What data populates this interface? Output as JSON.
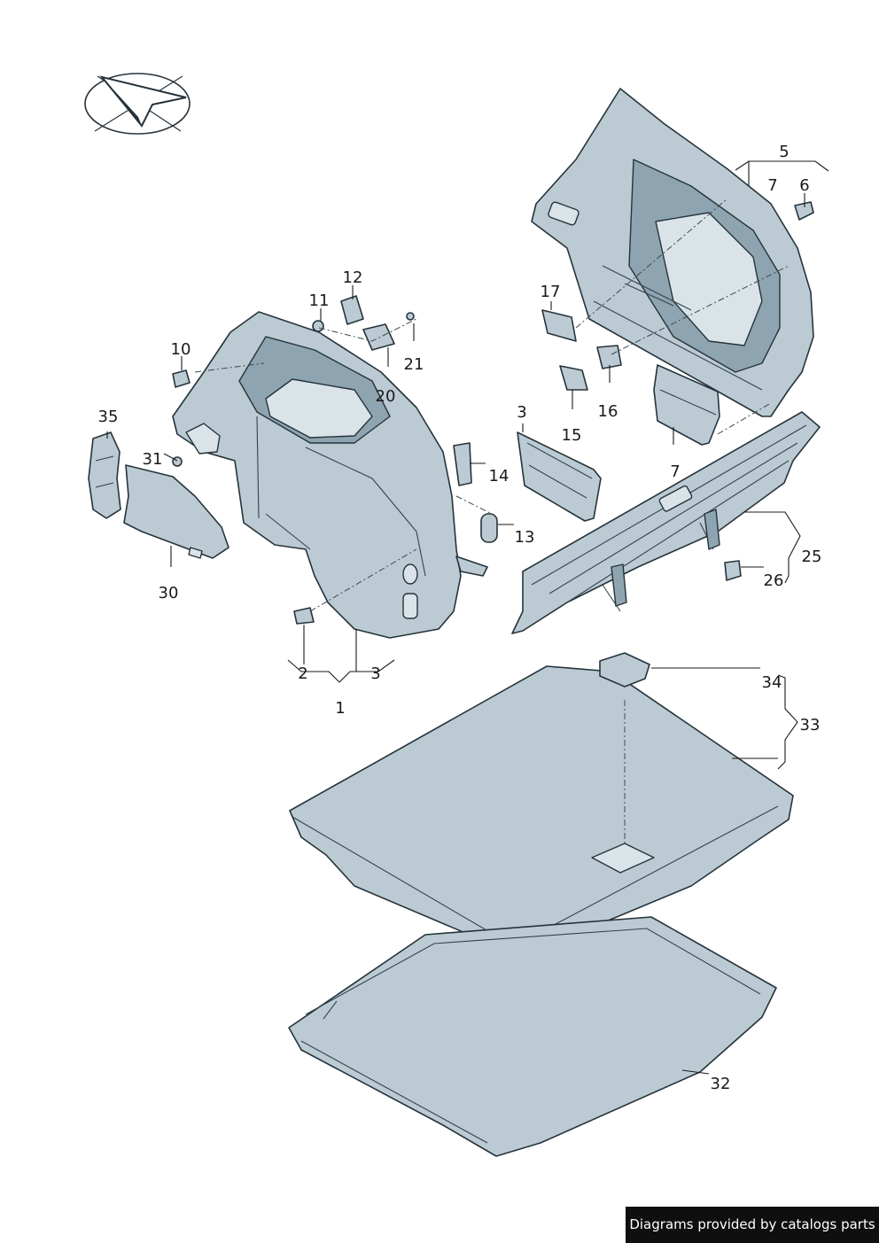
{
  "callouts": {
    "c1": "1",
    "c2": "2",
    "c3a": "3",
    "c3b": "3",
    "c5": "5",
    "c6": "6",
    "c7a": "7",
    "c7b": "7",
    "c10": "10",
    "c11": "11",
    "c12": "12",
    "c13": "13",
    "c14": "14",
    "c15": "15",
    "c16": "16",
    "c17": "17",
    "c20": "20",
    "c21": "21",
    "c25": "25",
    "c26": "26",
    "c30": "30",
    "c31": "31",
    "c32": "32",
    "c33": "33",
    "c34": "34",
    "c35": "35"
  },
  "footer": {
    "text": "Diagrams provided by catalogs parts"
  },
  "colors": {
    "part_fill": "#bccbd3",
    "part_dark": "#8ea4b1",
    "outline": "#26333b",
    "badge_bg": "#0f0f0f"
  },
  "icons": {
    "orientation": "direction-arrow-icon"
  }
}
